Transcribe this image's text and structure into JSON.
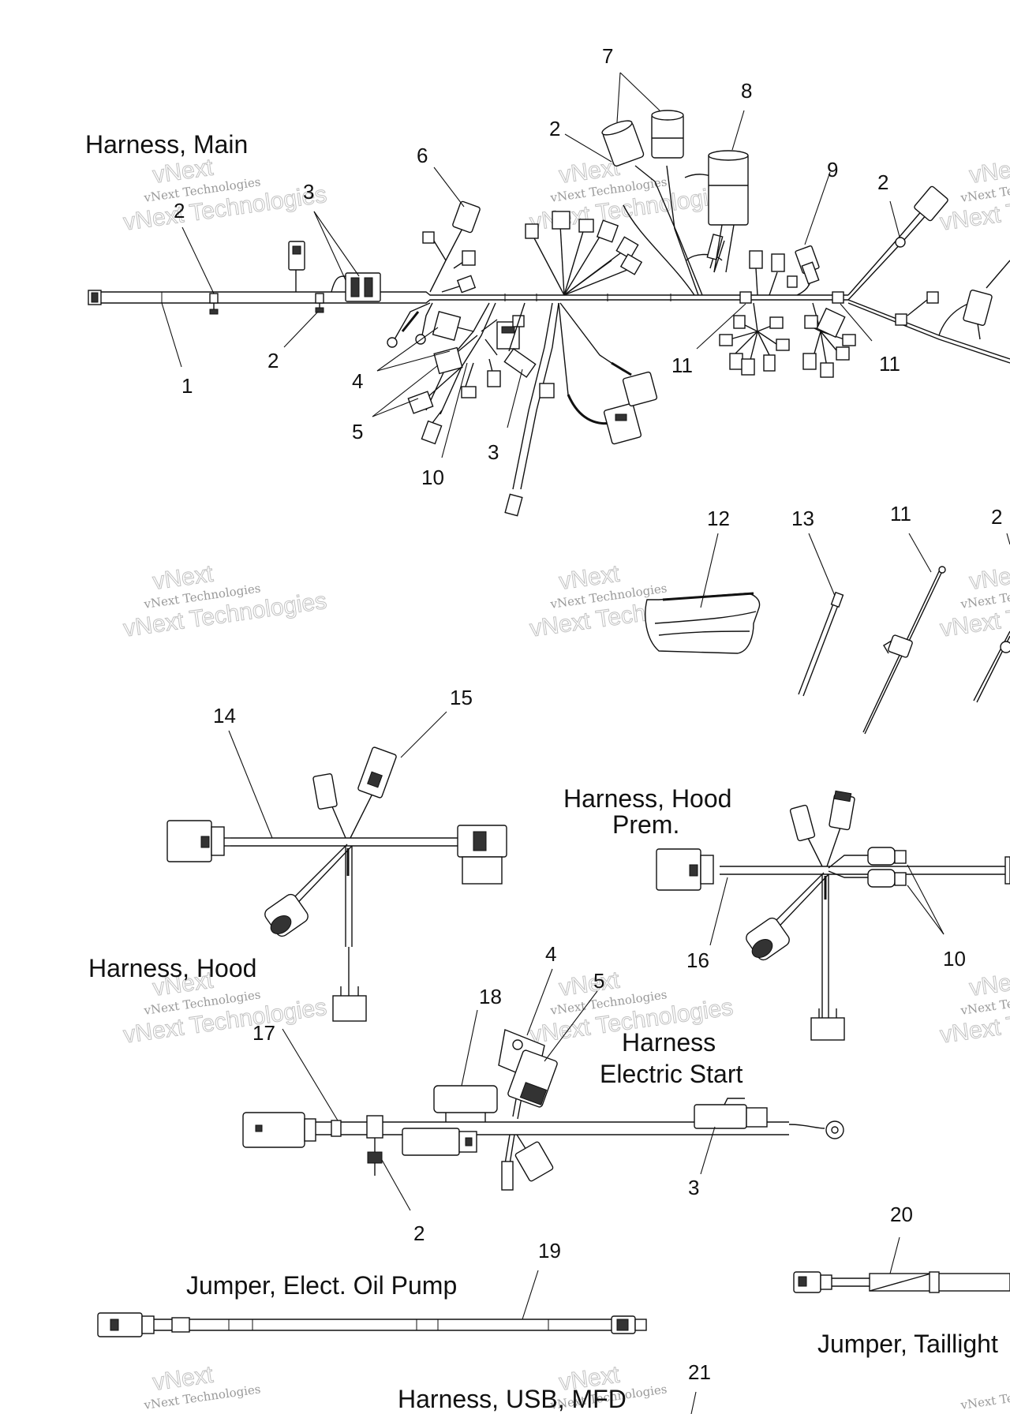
{
  "titles": {
    "main": "Harness, Main",
    "hood": "Harness, Hood",
    "hood_prem_1": "Harness, Hood",
    "hood_prem_2": "Prem.",
    "estart_1": "Harness",
    "estart_2": "Electric Start",
    "oil_pump": "Jumper, Elect. Oil Pump",
    "taillight": "Jumper, Taillight",
    "usb": "Harness, USB, MFD"
  },
  "watermark": {
    "line1": "vNext Technologies",
    "line2": "vNext Technologies",
    "outline_top": "vNext"
  },
  "callouts": {
    "main": [
      "7",
      "8",
      "2",
      "6",
      "9",
      "2",
      "3",
      "2",
      "2",
      "1",
      "4",
      "5",
      "10",
      "3",
      "11",
      "11"
    ],
    "parts": [
      "12",
      "13",
      "11",
      "2"
    ],
    "hood": [
      "14",
      "15"
    ],
    "hood_prem": [
      "16",
      "10"
    ],
    "estart": [
      "4",
      "5",
      "18",
      "17",
      "3",
      "2"
    ],
    "oil": [
      "19"
    ],
    "tail": [
      "20"
    ],
    "usb": [
      "21"
    ]
  }
}
